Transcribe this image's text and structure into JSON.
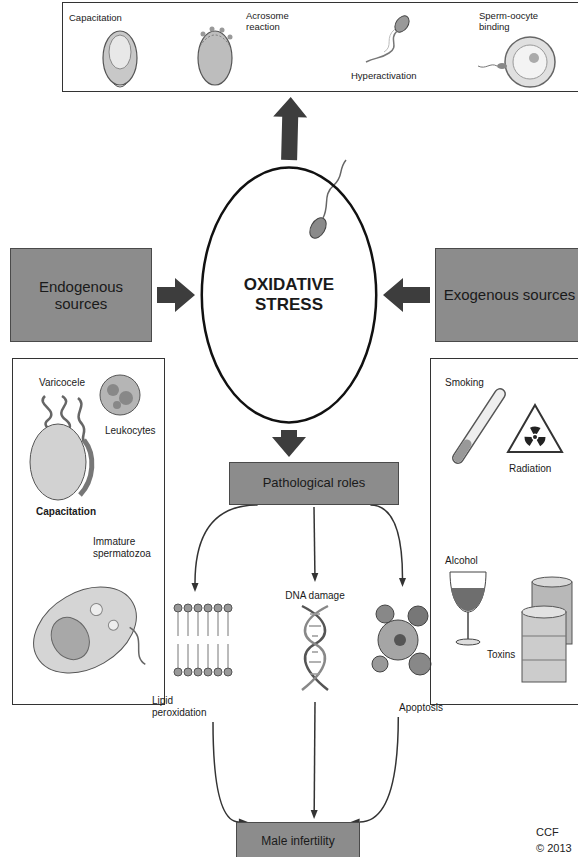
{
  "diagram": {
    "nodes": [
      {
        "text": [
          "Capacitation",
          "Acrosome reaction",
          "Hyperactivation",
          "Sperm-oocyte binding"
        ]
      },
      {
        "text": [
          "Endogenous sources"
        ]
      },
      {
        "text": [
          "OXIDATIVE STRESS"
        ]
      },
      {
        "text": [
          "Exogenous sources"
        ]
      },
      {
        "text": [
          "Varicocele",
          "Leukocytes",
          "Capacitation",
          "Immature spermatozoa"
        ]
      },
      {
        "text": [
          "Smoking",
          "Radiation",
          "Alcohol",
          "Toxins"
        ]
      },
      {
        "text": [
          "Pathological roles"
        ]
      },
      {
        "text": [
          "Lipid peroxidation"
        ]
      },
      {
        "text": [
          "DNA damage"
        ]
      },
      {
        "text": [
          "Apoptosis"
        ]
      },
      {
        "text": [
          "Male infertility"
        ]
      }
    ],
    "edges": [
      {
        "from": 2,
        "to": 0,
        "arrow": "to"
      },
      {
        "from": 1,
        "to": 2,
        "arrow": "to"
      },
      {
        "from": 3,
        "to": 2,
        "arrow": "to"
      },
      {
        "from": 2,
        "to": 6,
        "arrow": "to"
      },
      {
        "from": 6,
        "to": 7,
        "arrow": "to"
      },
      {
        "from": 6,
        "to": 8,
        "arrow": "to"
      },
      {
        "from": 6,
        "to": 9,
        "arrow": "to"
      },
      {
        "from": 7,
        "to": 10,
        "arrow": "to"
      },
      {
        "from": 8,
        "to": 10,
        "arrow": "to"
      },
      {
        "from": 9,
        "to": 10,
        "arrow": "to"
      }
    ],
    "labels": [
      "CCF",
      "© 2013"
    ]
  }
}
